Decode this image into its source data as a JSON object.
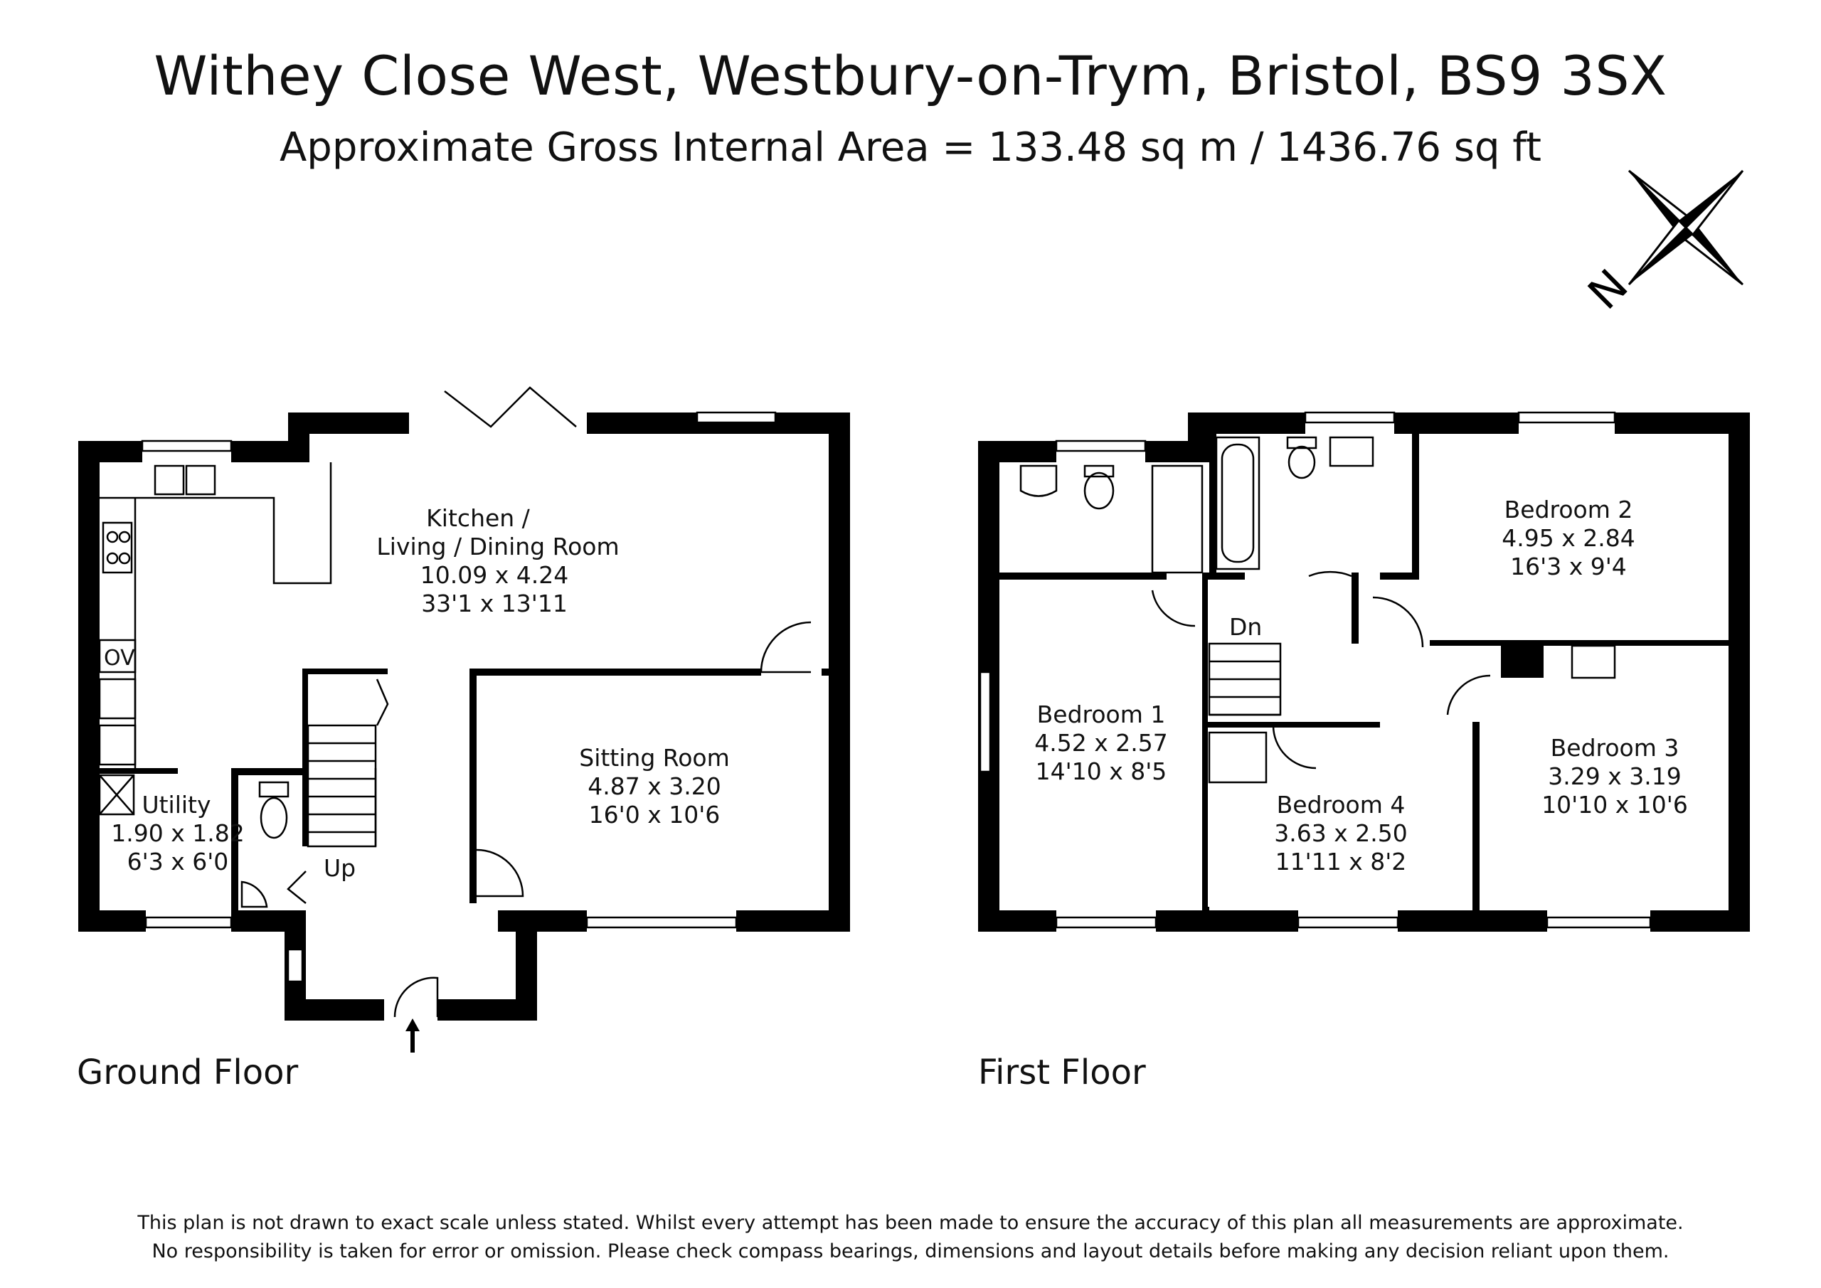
{
  "header": {
    "address": "Withey Close West, Westbury-on-Trym, Bristol, BS9 3SX",
    "area": "Approximate Gross Internal Area = 133.48 sq m / 1436.76 sq ft"
  },
  "compass": {
    "label": "N"
  },
  "ground_floor": {
    "label": "Ground Floor",
    "kitchen": {
      "name1": "Kitchen /",
      "name2": "Living / Dining Room",
      "metric": "10.09 x 4.24",
      "imperial": "33'1 x 13'11"
    },
    "sitting": {
      "name": "Sitting Room",
      "metric": "4.87 x 3.20",
      "imperial": "16'0 x 10'6"
    },
    "utility": {
      "name": "Utility",
      "metric": "1.90 x 1.82",
      "imperial": "6'3 x 6'0"
    },
    "oven_label": "OV",
    "stairs_label": "Up"
  },
  "first_floor": {
    "label": "First Floor",
    "bedroom1": {
      "name": "Bedroom 1",
      "metric": "4.52 x 2.57",
      "imperial": "14'10 x 8'5"
    },
    "bedroom2": {
      "name": "Bedroom 2",
      "metric": "4.95 x 2.84",
      "imperial": "16'3 x 9'4"
    },
    "bedroom3": {
      "name": "Bedroom 3",
      "metric": "3.29 x 3.19",
      "imperial": "10'10 x 10'6"
    },
    "bedroom4": {
      "name": "Bedroom 4",
      "metric": "3.63 x 2.50",
      "imperial": "11'11 x 8'2"
    },
    "stairs_label": "Dn"
  },
  "footer": {
    "line1": "This plan is not drawn to exact scale unless stated.  Whilst every attempt has been made to ensure the accuracy of this plan all measurements are approximate.",
    "line2": "No responsibility is taken for error or omission.  Please check compass bearings, dimensions and layout details before making any decision reliant upon them."
  }
}
